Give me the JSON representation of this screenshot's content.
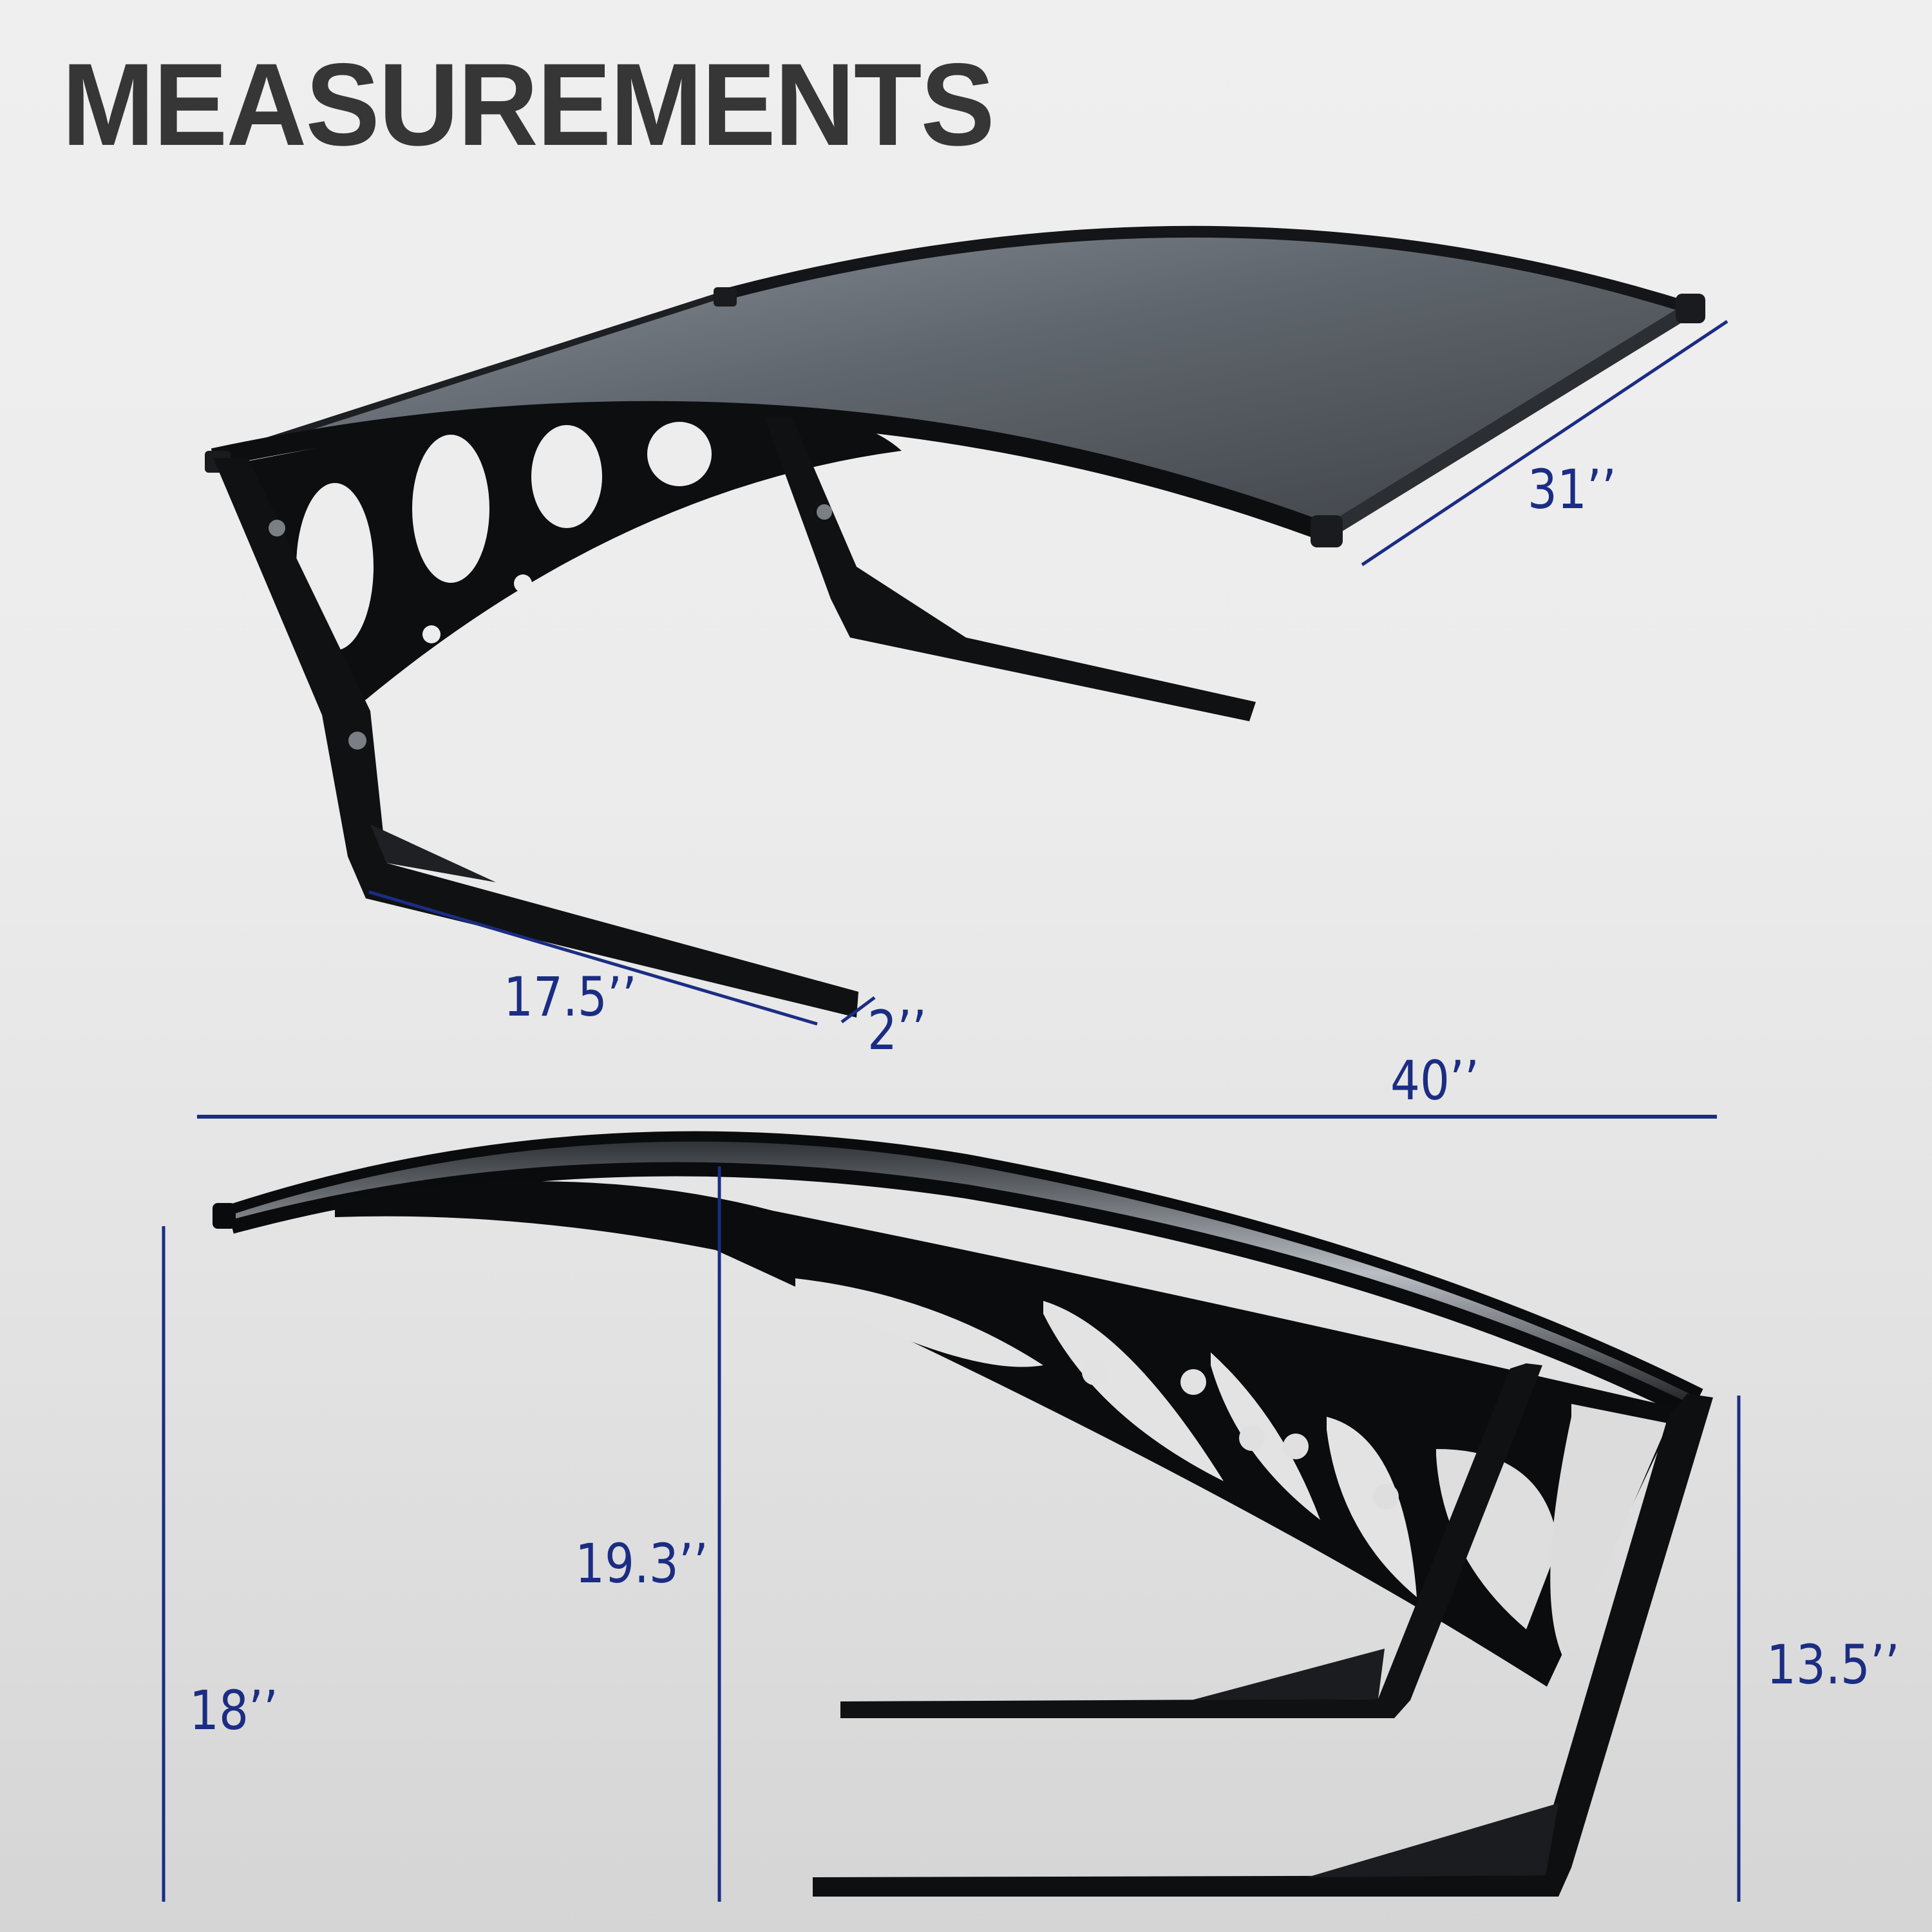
{
  "title": "MEASUREMENTS",
  "colors": {
    "title": "#363636",
    "dimension_line": "#1b2d83",
    "dimension_text": "#1b2d83",
    "background_top": "#efefef",
    "background_bottom": "#d5d5d5",
    "frame": "#0d0e10",
    "canopy_panel": "#5e636a"
  },
  "top_view": {
    "description": "Robotic lawn mower garage canopy, perspective view",
    "dimensions": {
      "depth": "31’’",
      "foot_length": "17.5’’",
      "foot_width": "2’’"
    }
  },
  "side_view": {
    "description": "Robotic lawn mower garage canopy, side profile",
    "dimensions": {
      "overall_length": "40’’",
      "front_height": "18’’",
      "peak_height": "19.3’’",
      "rear_height": "13.5’’"
    }
  }
}
